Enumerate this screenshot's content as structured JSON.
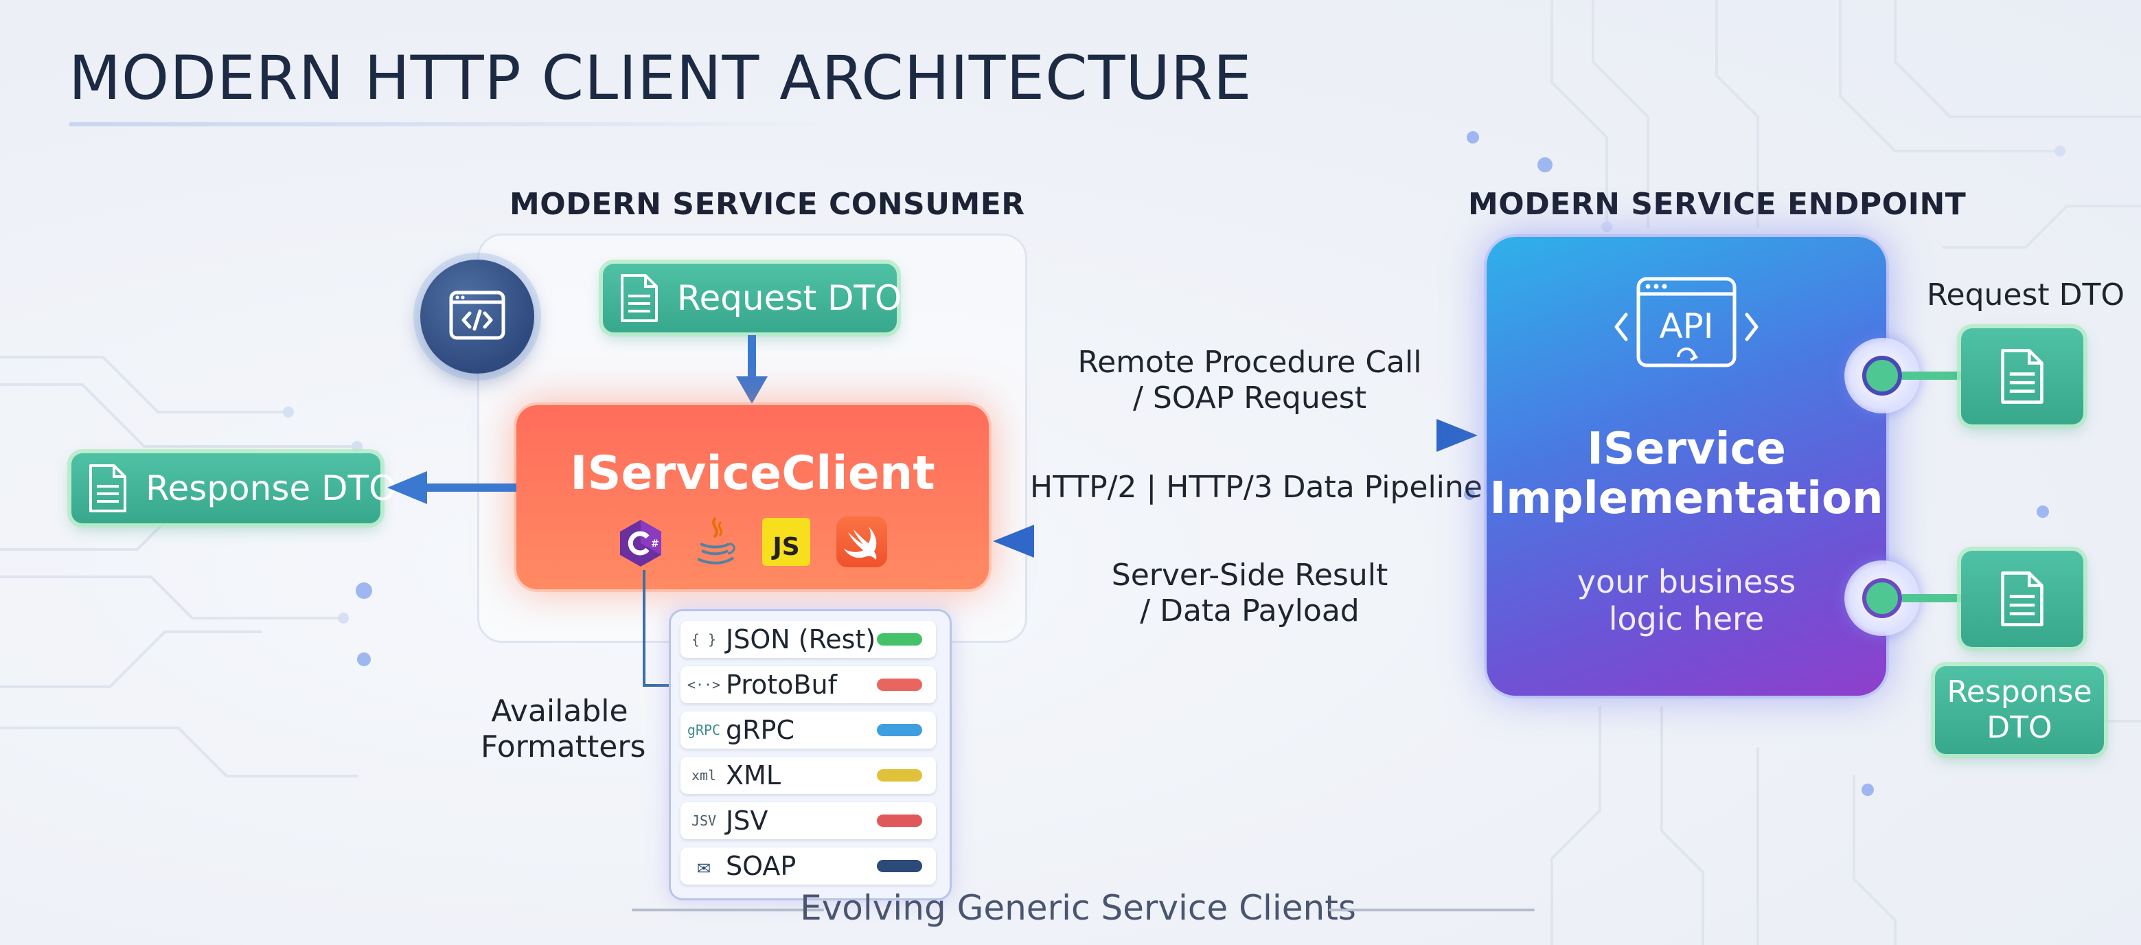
{
  "title": "MODERN HTTP CLIENT ARCHITECTURE",
  "consumer": {
    "heading": "MODERN SERVICE CONSUMER",
    "request_dto": "Request DTO",
    "client_title": "IServiceClient",
    "languages": [
      "csharp-icon",
      "java-icon",
      "javascript-icon",
      "swift-icon"
    ],
    "js_badge": "JS"
  },
  "response_dto": "Response DTO",
  "arrows": {
    "top": [
      "Remote Procedure Call",
      "/ SOAP Request"
    ],
    "middle": "HTTP/2 | HTTP/3 Data Pipeline",
    "bottom": [
      "Server-Side Result",
      "/ Data Payload"
    ]
  },
  "endpoint": {
    "heading": "MODERN SERVICE ENDPOINT",
    "api_label": "API",
    "title_line1": "IService",
    "title_line2": "Implementation",
    "sub_line1": "your business",
    "sub_line2": "logic here",
    "request_dto": "Request DTO",
    "response_dto_line1": "Response",
    "response_dto_line2": "DTO"
  },
  "formatters": {
    "label_line1": "Available",
    "label_line2": "Formatters",
    "items": [
      {
        "label": "JSON (Rest)",
        "icon": "{ }",
        "color": "#44c26a"
      },
      {
        "label": "ProtoBuf",
        "icon": "<··>",
        "color": "#e86560"
      },
      {
        "label": "gRPC",
        "icon": "gRPC",
        "color": "#3f9ee0"
      },
      {
        "label": "XML",
        "icon": "xml",
        "color": "#e0c23a"
      },
      {
        "label": "JSV",
        "icon": "JSV",
        "color": "#e0585a"
      },
      {
        "label": "SOAP",
        "icon": "✉",
        "color": "#2c4a78"
      }
    ]
  },
  "footer": "Evolving Generic Service Clients",
  "colors": {
    "client": "#ff6d5b",
    "arrow": "#3b78d0",
    "dto": "#3fb597",
    "endpoint_start": "#2fb1ea",
    "endpoint_end": "#8e3fcb"
  }
}
